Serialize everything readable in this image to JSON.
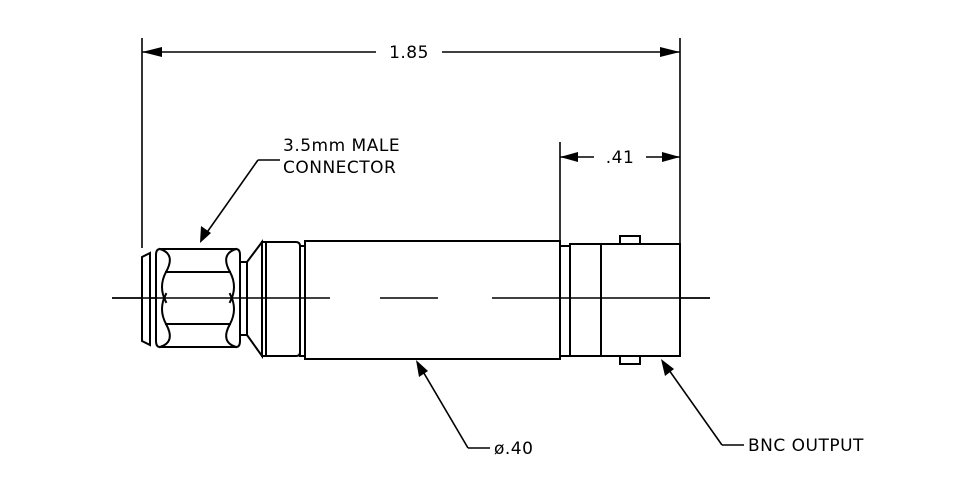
{
  "diagram": {
    "dimensions": {
      "overall_length": "1.85",
      "bnc_length": ".41",
      "body_diameter": "ø.40"
    },
    "callouts": {
      "connector_line1": "3.5mm MALE",
      "connector_line2": "CONNECTOR",
      "output": "BNC OUTPUT"
    }
  }
}
